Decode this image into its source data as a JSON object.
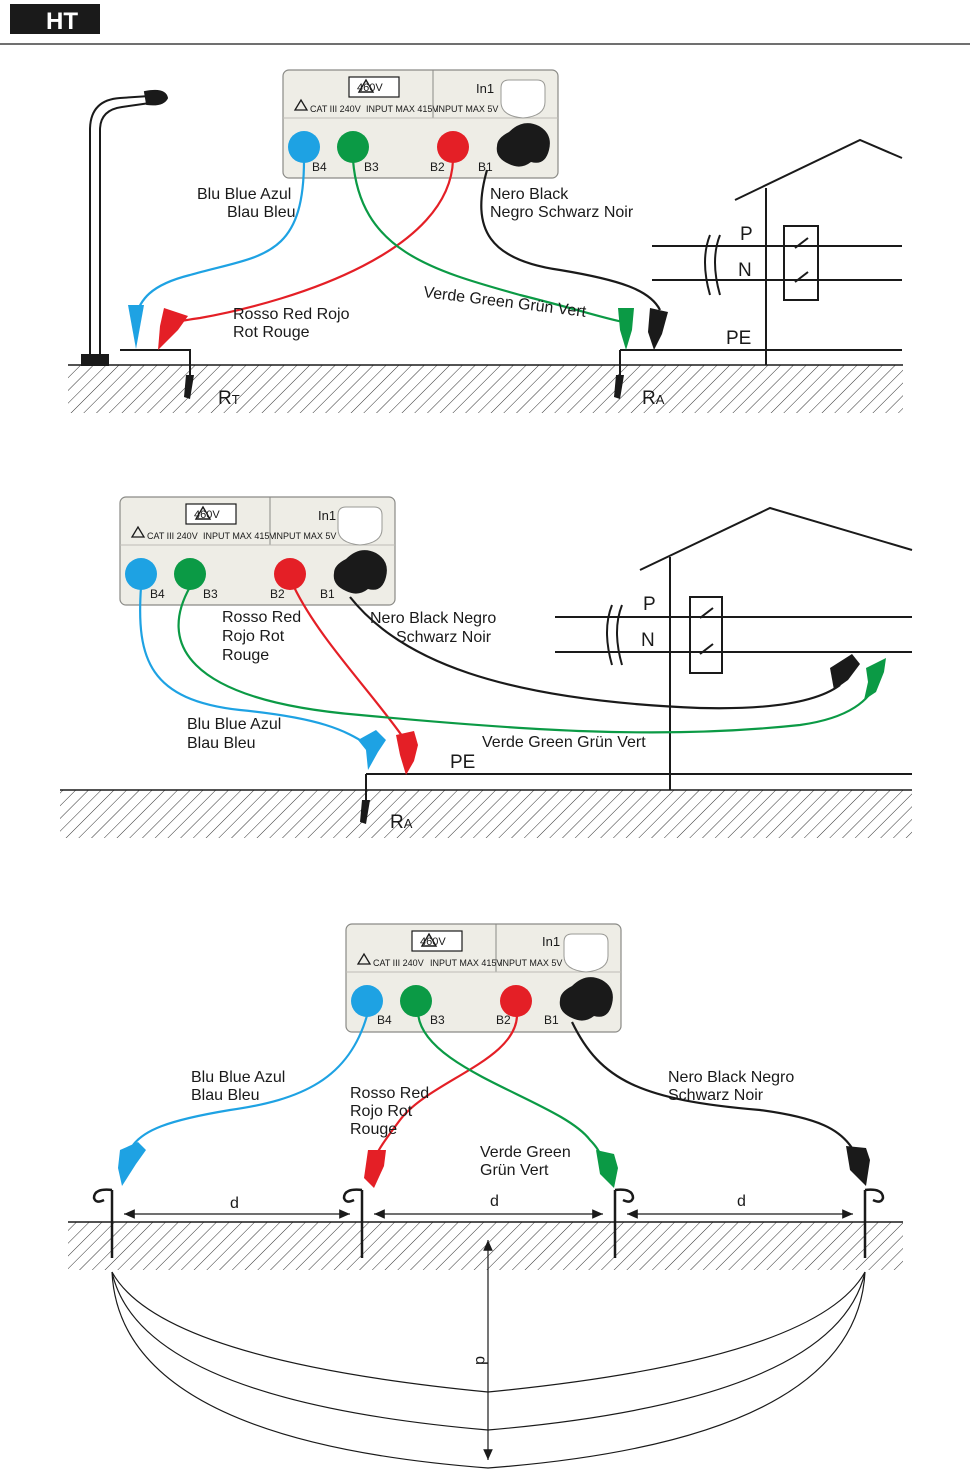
{
  "header": {
    "logo_text": "HT"
  },
  "colors": {
    "blue": "#1ea2e3",
    "green": "#0b9a45",
    "red": "#e41f26",
    "black": "#1a1a1a",
    "panel": "#eeede6"
  },
  "instrument": {
    "warning_label": "460V",
    "cat_label": "CAT III 240V",
    "input_max_label": "INPUT MAX 415V",
    "input_max5_label": "INPUT MAX 5V",
    "in1_label": "In1",
    "terminals": [
      "B4",
      "B3",
      "B2",
      "B1"
    ]
  },
  "diagram1": {
    "blue_label": [
      "Blu  Blue  Azul",
      "Blau  Bleu"
    ],
    "black_label": [
      "Nero  Black",
      "Negro  Schwarz  Noir"
    ],
    "red_label": [
      "Rosso  Red  Rojo",
      "Rot  Rouge"
    ],
    "green_label": "Verde  Green  Grün  Vert",
    "p_label": "P",
    "n_label": "N",
    "pe_label": "PE",
    "rt_label": "R",
    "rt_sub": "T",
    "ra_label": "R",
    "ra_sub": "A"
  },
  "diagram2": {
    "red_label": [
      "Rosso  Red",
      "Rojo  Rot",
      "Rouge"
    ],
    "black_label": [
      "Nero  Black  Negro",
      "Schwarz  Noir"
    ],
    "blue_label": [
      "Blu  Blue  Azul",
      "Blau  Bleu"
    ],
    "green_label": "Verde  Green  Grün  Vert",
    "p_label": "P",
    "n_label": "N",
    "pe_label": "PE",
    "ra_label": "R",
    "ra_sub": "A"
  },
  "diagram3": {
    "blue_label": [
      "Blu  Blue  Azul",
      "Blau  Bleu"
    ],
    "red_label": [
      "Rosso  Red",
      "Rojo  Rot",
      "Rouge"
    ],
    "green_label": [
      "Verde  Green",
      "Grün  Vert"
    ],
    "black_label": [
      "Nero  Black  Negro",
      "Schwarz  Noir"
    ],
    "d_label": "d"
  }
}
